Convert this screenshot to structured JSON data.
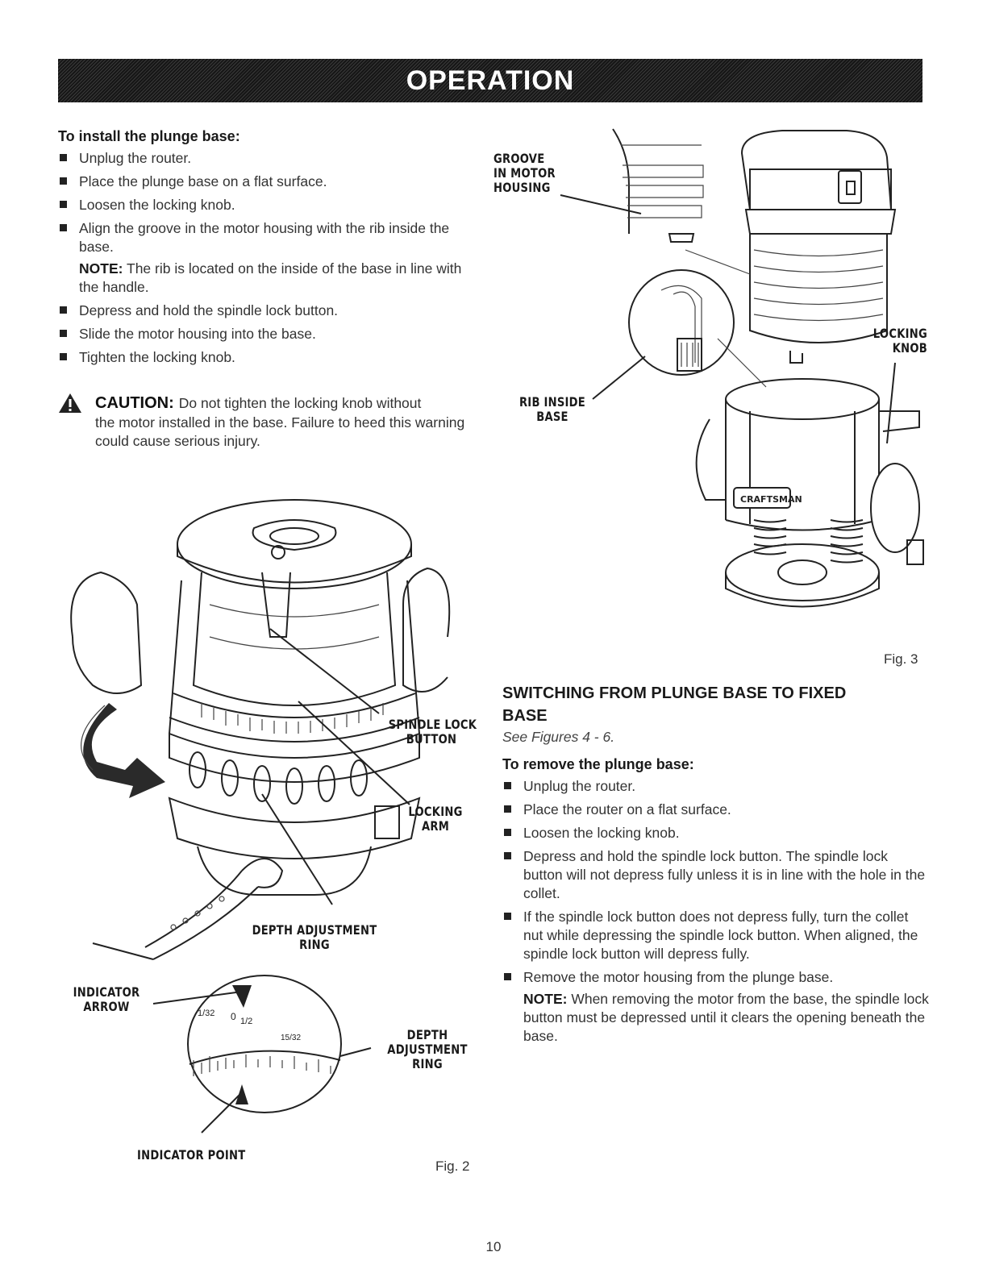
{
  "header": {
    "title": "OPERATION"
  },
  "install": {
    "heading": "To install the plunge base:",
    "steps": [
      "Unplug the router.",
      "Place the plunge base on a flat surface.",
      "Loosen the locking knob.",
      "Align the groove in the motor housing with the rib inside the base."
    ],
    "note_label": "NOTE:",
    "note_text": " The rib is located on the inside of the base in line with the handle.",
    "steps2": [
      "Depress and hold the spindle lock button.",
      "Slide the motor housing into the base.",
      "Tighten the locking knob."
    ]
  },
  "caution": {
    "label": "CAUTION:",
    "text_line1": "Do not tighten the locking knob without",
    "text_rest": "the motor installed in the base. Failure to heed this warning could cause serious injury."
  },
  "fig3": {
    "labels": {
      "groove": [
        "GROOVE",
        "IN MOTOR",
        "HOUSING"
      ],
      "rib": [
        "RIB INSIDE",
        "BASE"
      ],
      "locking_knob": [
        "LOCKING",
        "KNOB"
      ]
    },
    "caption": "Fig. 3"
  },
  "fig2": {
    "labels": {
      "spindle_lock": [
        "SPINDLE LOCK",
        "BUTTON"
      ],
      "locking_arm": [
        "LOCKING",
        "ARM"
      ],
      "depth_ring_top": [
        "DEPTH ADJUSTMENT",
        "RING"
      ],
      "indicator_arrow": [
        "INDICATOR",
        "ARROW"
      ],
      "depth_ring_bottom": [
        "DEPTH",
        "ADJUSTMENT",
        "RING"
      ],
      "indicator_point": "INDICATOR POINT"
    },
    "scale_marks": [
      "1/32",
      "0",
      "1/2",
      "15/32"
    ],
    "caption": "Fig. 2"
  },
  "switching": {
    "title": "SWITCHING FROM PLUNGE BASE TO FIXED BASE",
    "see": "See Figures 4 - 6.",
    "heading": "To remove the plunge base:",
    "steps": [
      "Unplug the router.",
      "Place the router on a flat surface.",
      "Loosen the locking knob.",
      "Depress and hold the spindle lock button. The spindle lock button will not depress fully unless it is in line with the hole in the collet.",
      "If the spindle lock button does not depress fully, turn the collet nut while depressing the spindle lock button. When aligned, the spindle lock button will depress fully.",
      "Remove the motor housing from the plunge base."
    ],
    "note_label": "NOTE:",
    "note_text": " When removing the motor from the base, the spindle lock button must be depressed until it clears the opening beneath the base."
  },
  "page_number": "10"
}
